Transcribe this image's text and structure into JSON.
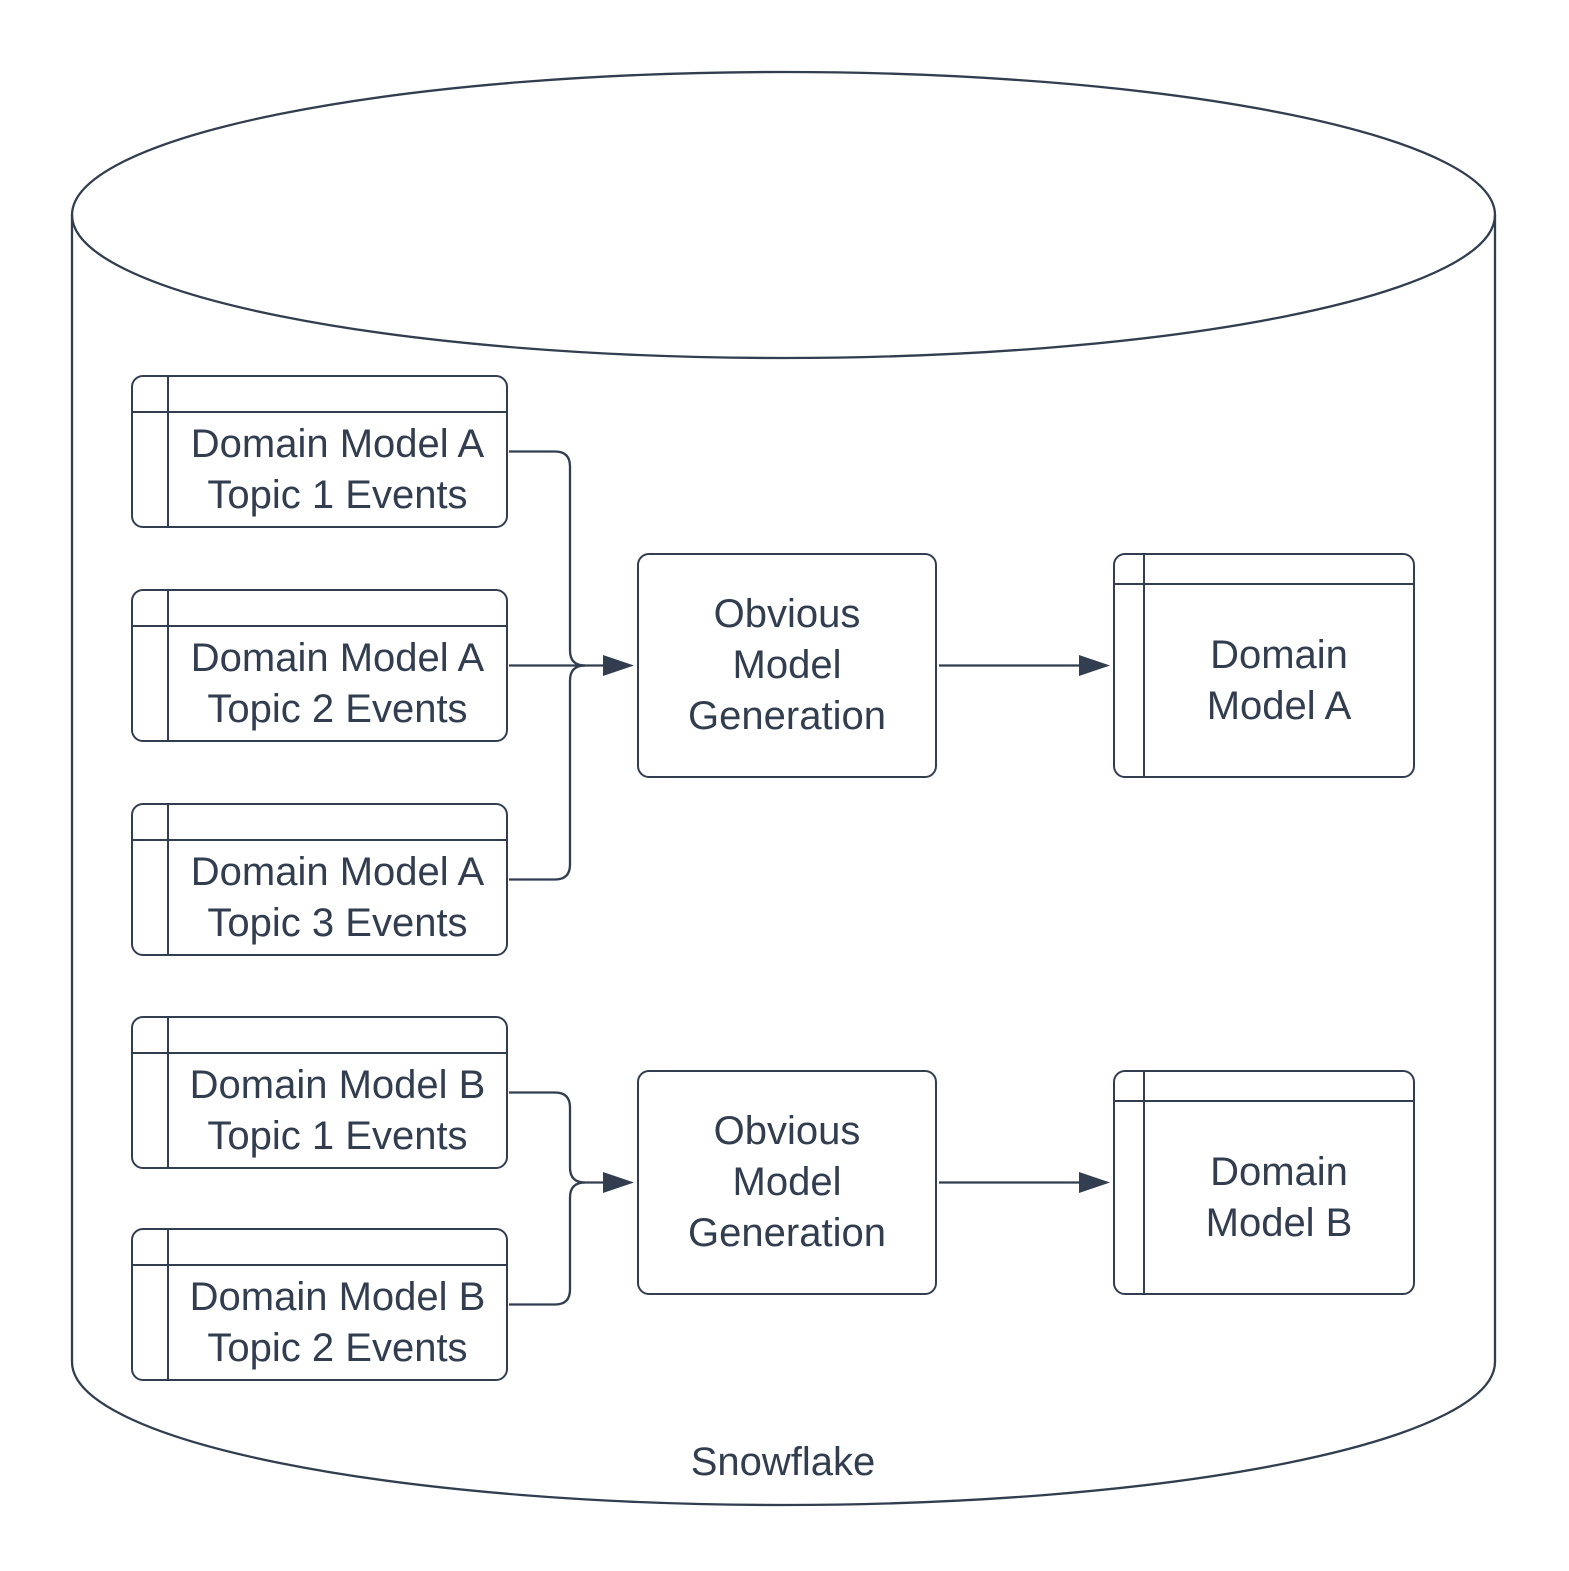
{
  "diagram": {
    "type": "data-flow-diagram",
    "colors": {
      "stroke": "#323E4F",
      "fill": "#FFFFFF"
    },
    "cylinder_label": "Snowflake",
    "groups": [
      {
        "id": "A",
        "source_tables": [
          {
            "label": "Domain Model A\nTopic 1 Events"
          },
          {
            "label": "Domain Model A\nTopic 2 Events"
          },
          {
            "label": "Domain Model A\nTopic 3 Events"
          }
        ],
        "process": {
          "label": "Obvious\nModel\nGeneration"
        },
        "output_table": {
          "label": "Domain\nModel A"
        }
      },
      {
        "id": "B",
        "source_tables": [
          {
            "label": "Domain Model B\nTopic 1 Events"
          },
          {
            "label": "Domain Model B\nTopic 2 Events"
          }
        ],
        "process": {
          "label": "Obvious\nModel\nGeneration"
        },
        "output_table": {
          "label": "Domain\nModel B"
        }
      }
    ]
  }
}
